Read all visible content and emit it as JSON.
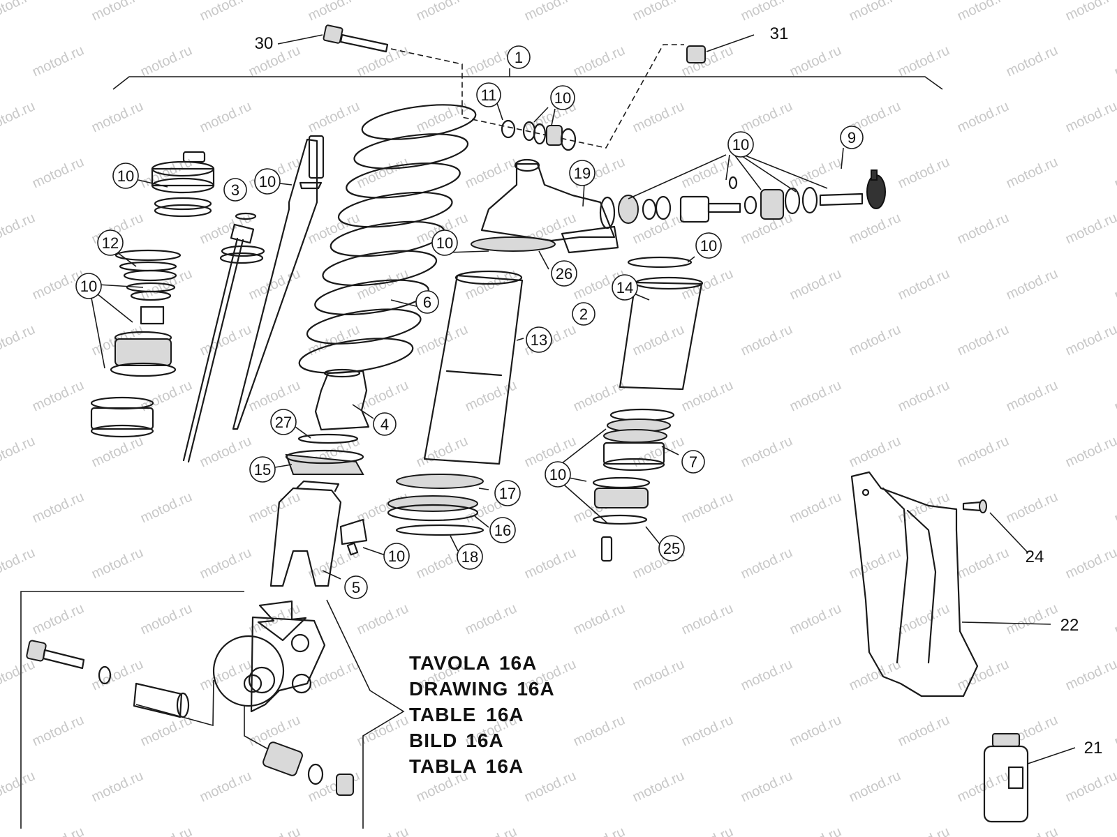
{
  "watermark": "motod.ru",
  "assembly_label": "1",
  "shock_body_label": "2",
  "callouts": [
    {
      "id": "c10a",
      "label": "10"
    },
    {
      "id": "c3",
      "label": "3"
    },
    {
      "id": "c10b",
      "label": "10"
    },
    {
      "id": "c12",
      "label": "12"
    },
    {
      "id": "c10c",
      "label": "10"
    },
    {
      "id": "c11",
      "label": "11"
    },
    {
      "id": "c10d",
      "label": "10"
    },
    {
      "id": "c6",
      "label": "6"
    },
    {
      "id": "c4",
      "label": "4"
    },
    {
      "id": "c27",
      "label": "27"
    },
    {
      "id": "c15",
      "label": "15"
    },
    {
      "id": "c10e",
      "label": "10"
    },
    {
      "id": "c5",
      "label": "5"
    },
    {
      "id": "c19",
      "label": "19"
    },
    {
      "id": "c10f",
      "label": "10"
    },
    {
      "id": "c26",
      "label": "26"
    },
    {
      "id": "c13",
      "label": "13"
    },
    {
      "id": "c17",
      "label": "17"
    },
    {
      "id": "c16",
      "label": "16"
    },
    {
      "id": "c18",
      "label": "18"
    },
    {
      "id": "c10g",
      "label": "10"
    },
    {
      "id": "c9",
      "label": "9"
    },
    {
      "id": "c10h",
      "label": "10"
    },
    {
      "id": "c14",
      "label": "14"
    },
    {
      "id": "c7",
      "label": "7"
    },
    {
      "id": "c10i",
      "label": "10"
    },
    {
      "id": "c25",
      "label": "25"
    }
  ],
  "plain_labels": {
    "l30": "30",
    "l31": "31",
    "l24": "24",
    "l22": "22",
    "l21": "21"
  },
  "caption_lines": [
    {
      "word": "TAVOLA",
      "code": "16A"
    },
    {
      "word": "DRAWING",
      "code": "16A"
    },
    {
      "word": "TABLE",
      "code": "16A"
    },
    {
      "word": "BILD",
      "code": "16A"
    },
    {
      "word": "TABLA",
      "code": "16A"
    }
  ],
  "colors": {
    "ink": "#1a1a1a",
    "paper": "#ffffff",
    "watermark": "#c8c8c8",
    "shade": "#d9d9d9"
  }
}
